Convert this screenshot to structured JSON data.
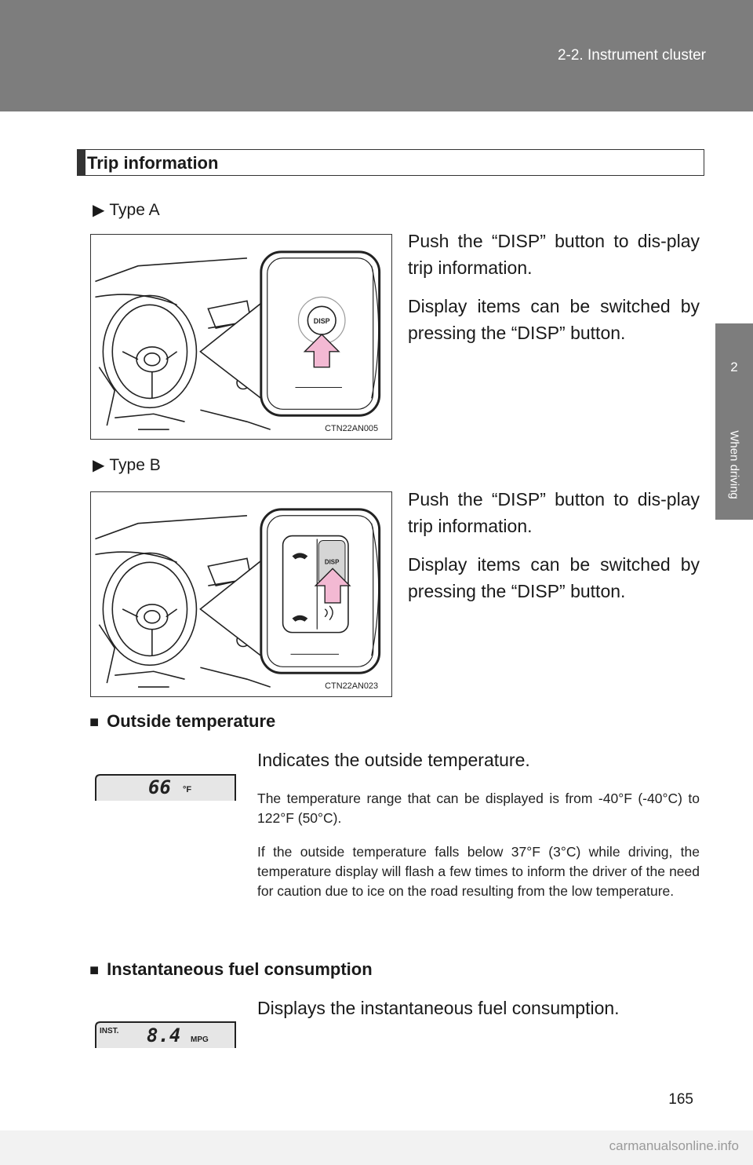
{
  "header": {
    "breadcrumb": "2-2. Instrument cluster"
  },
  "side_tab": {
    "number": "2",
    "label": "When driving"
  },
  "section": {
    "title": "Trip information"
  },
  "type_a": {
    "label": "Type A",
    "text1": "Push the “DISP” button to dis-play trip information.",
    "text2": "Display items can be switched by pressing the “DISP” button.",
    "figure": {
      "button_label": "DISP",
      "code": "CTN22AN005"
    }
  },
  "type_b": {
    "label": "Type B",
    "text1": "Push the “DISP” button to dis-play trip information.",
    "text2": "Display items can be switched by pressing the “DISP” button.",
    "figure": {
      "button_label": "DISP",
      "code": "CTN22AN023"
    }
  },
  "outside_temp": {
    "heading": "Outside temperature",
    "lead": "Indicates the outside temperature.",
    "note1": "The temperature range that can be displayed is from -40°F (-40°C) to 122°F (50°C).",
    "note2": "If the outside temperature falls below 37°F (3°C) while driving, the temperature display will flash a few times to inform the driver of the need for caution due to ice on the road resulting from the low temperature.",
    "display": {
      "value": "66",
      "unit": "°F"
    }
  },
  "fuel": {
    "heading": "Instantaneous fuel consumption",
    "lead": "Displays the instantaneous fuel consumption.",
    "display": {
      "prefix": "INST.",
      "value": "8.4",
      "unit": "MPG"
    }
  },
  "page_number": "165",
  "footer": {
    "url": "carmanualsonline.info"
  },
  "colors": {
    "header_gray": "#7d7d7d",
    "arrow_pink": "#f3b9d3"
  }
}
